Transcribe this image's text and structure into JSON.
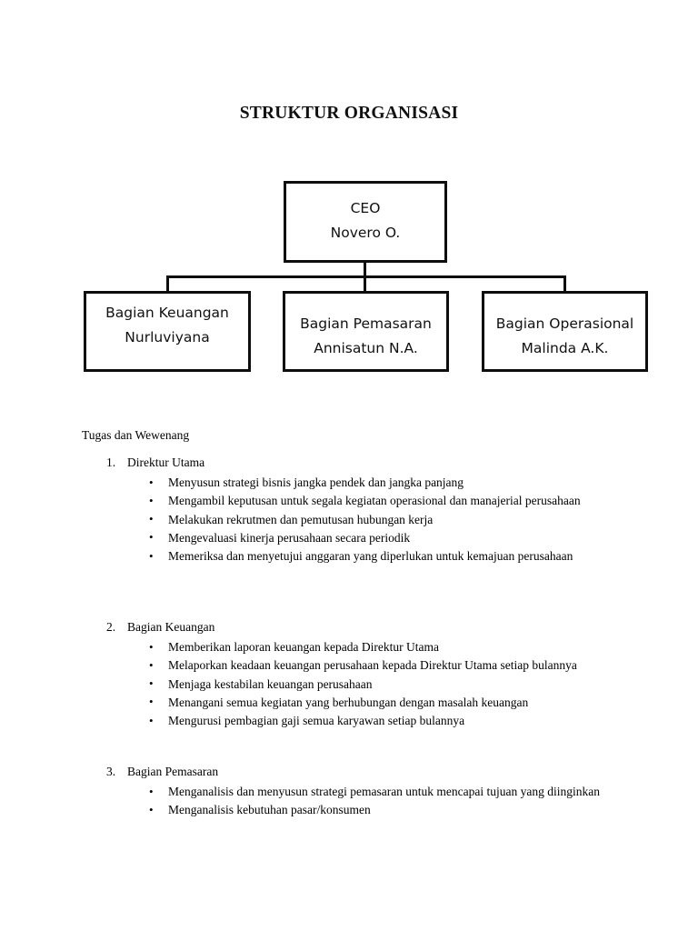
{
  "document": {
    "title": "STRUKTUR ORGANISASI"
  },
  "org_chart": {
    "nodes": [
      {
        "id": "ceo",
        "role": "CEO",
        "name": "Novero O."
      },
      {
        "id": "keuangan",
        "role": "Bagian Keuangan",
        "name": "Nurluviyana"
      },
      {
        "id": "pemasaran",
        "role": "Bagian Pemasaran",
        "name": "Annisatun N.A."
      },
      {
        "id": "operasional",
        "role": "Bagian Operasional",
        "name": "Malinda A.K."
      }
    ]
  },
  "body": {
    "heading": "Tugas dan Wewenang",
    "sections": [
      {
        "number": "1.",
        "title": "Direktur Utama",
        "items": [
          "Menyusun strategi bisnis jangka pendek dan jangka panjang",
          "Mengambil keputusan untuk segala kegiatan operasional dan manajerial perusahaan",
          "Melakukan rekrutmen dan pemutusan hubungan kerja",
          "Mengevaluasi kinerja perusahaan secara periodik",
          "Memeriksa dan menyetujui anggaran yang diperlukan untuk kemajuan perusahaan"
        ]
      },
      {
        "number": "2.",
        "title": "Bagian Keuangan",
        "items": [
          "Memberikan laporan keuangan kepada Direktur Utama",
          "Melaporkan keadaan keuangan perusahaan kepada Direktur Utama setiap bulannya",
          "Menjaga kestabilan keuangan perusahaan",
          "Menangani semua kegiatan yang berhubungan dengan masalah keuangan",
          "Mengurusi pembagian gaji semua karyawan setiap bulannya"
        ]
      },
      {
        "number": "3.",
        "title": "Bagian Pemasaran",
        "items": [
          "Menganalisis dan menyusun strategi pemasaran untuk mencapai tujuan yang diinginkan",
          "Menganalisis kebutuhan pasar/konsumen"
        ]
      }
    ]
  }
}
